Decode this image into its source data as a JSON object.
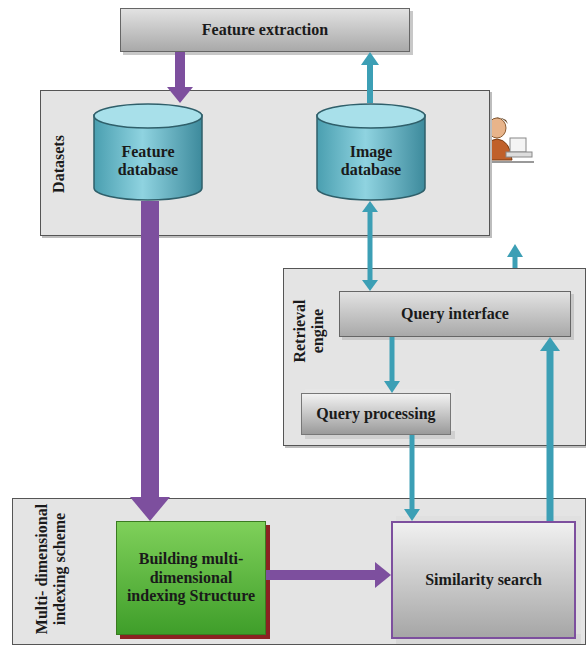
{
  "diagram": {
    "nodes": [
      {
        "text": [
          "Feature extraction"
        ]
      },
      {
        "text": [
          "Datasets"
        ]
      },
      {
        "text": [
          "Feature database"
        ],
        "in": 1
      },
      {
        "text": [
          "Image database"
        ],
        "in": 1
      },
      {
        "text": [
          "Retrieval engine"
        ]
      },
      {
        "text": [
          "Query interface"
        ],
        "in": 4
      },
      {
        "text": [
          "Query processing"
        ],
        "in": 4
      },
      {
        "text": [
          "Multi- dimensional indexing scheme"
        ]
      },
      {
        "text": [
          "Building multi- dimensional indexing Structure"
        ],
        "in": 7
      },
      {
        "text": [
          "Similarity search"
        ],
        "in": 7
      }
    ],
    "edges": [
      {
        "from": 0,
        "to": 2,
        "arrow": "to"
      },
      {
        "from": 3,
        "to": 0,
        "arrow": "to"
      },
      {
        "from": 2,
        "to": 8,
        "arrow": "to"
      },
      {
        "from": 3,
        "to": 5,
        "arrow": "both"
      },
      {
        "from": 5,
        "to": 6,
        "arrow": "to"
      },
      {
        "from": 6,
        "to": 9,
        "arrow": "to"
      },
      {
        "from": 8,
        "to": 9,
        "arrow": "to"
      },
      {
        "from": 9,
        "to": 5,
        "arrow": "to"
      }
    ]
  }
}
